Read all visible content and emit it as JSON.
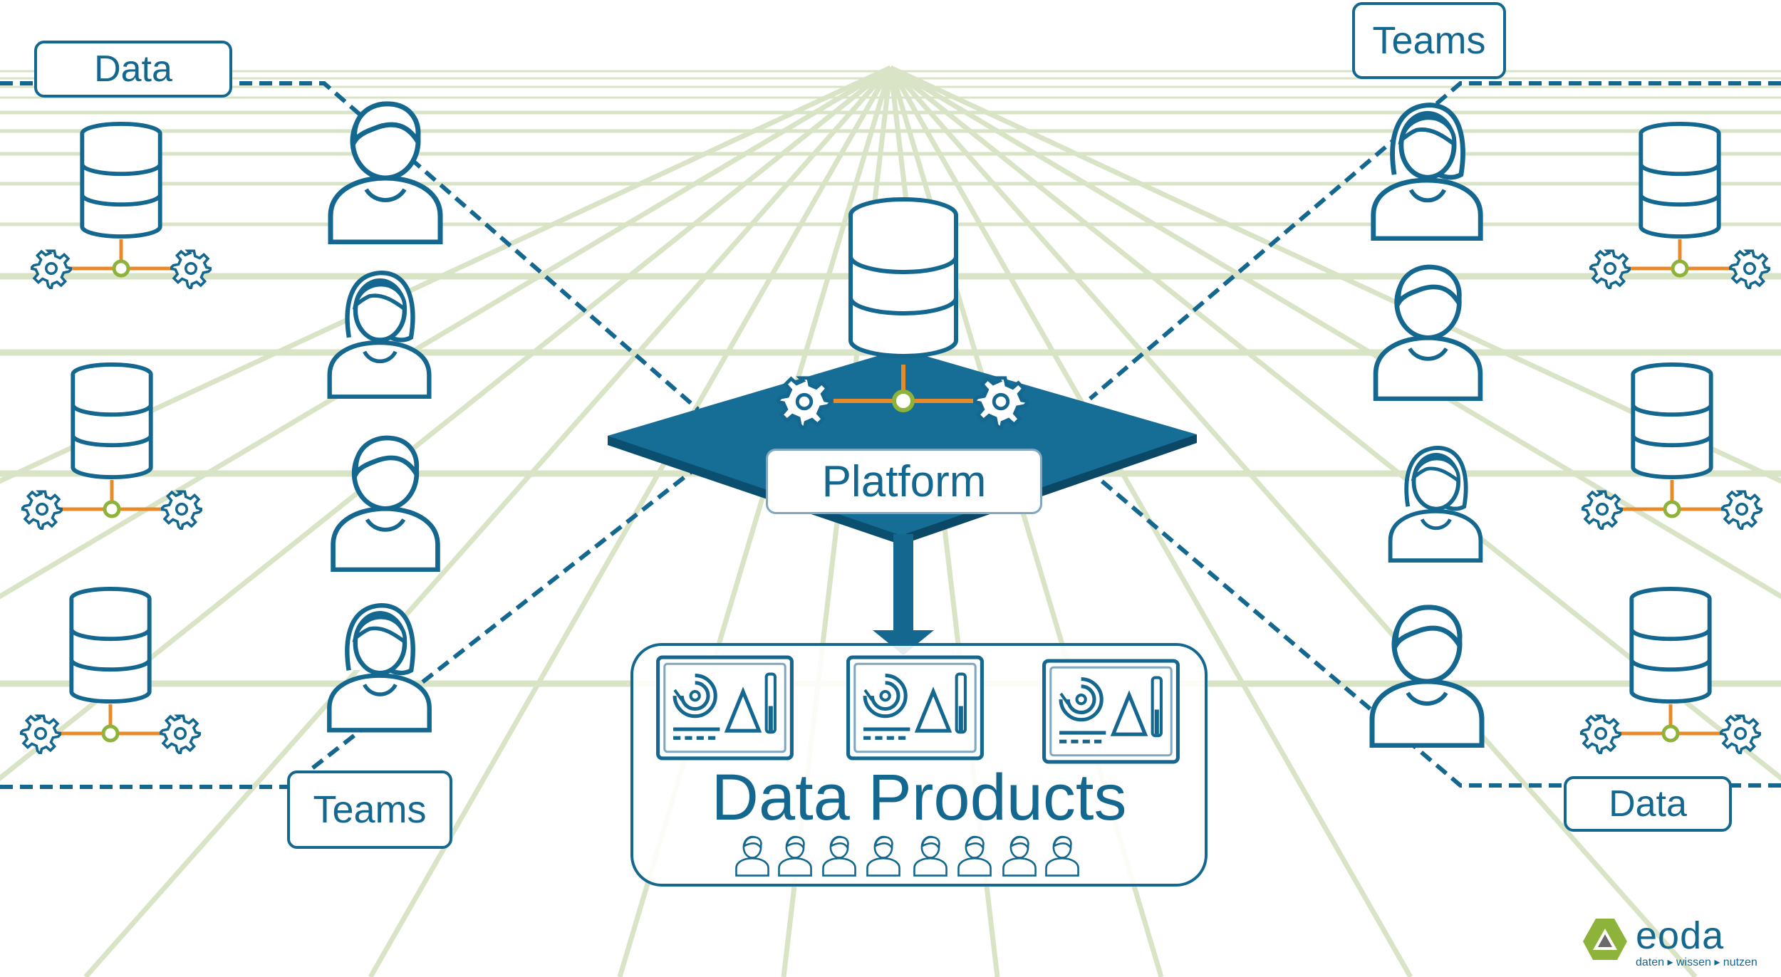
{
  "labels": {
    "data_top_left": "Data",
    "teams_top_right": "Teams",
    "teams_bottom_left": "Teams",
    "data_bottom_right": "Data",
    "platform": "Platform",
    "data_products": "Data Products"
  },
  "logo": {
    "name": "eoda",
    "tagline": "daten ▸ wissen ▸ nutzen"
  },
  "colors": {
    "primary_blue": "#14678f",
    "platform_blue": "#0e6288",
    "grid_green": "#d9e3c5",
    "connector_orange": "#e88a2a",
    "node_green": "#8db33a"
  },
  "icons": {
    "database": "database-icon",
    "gear": "gear-icon",
    "person_male": "person-male-icon",
    "person_female": "person-female-icon",
    "dashboard": "dashboard-icon"
  }
}
